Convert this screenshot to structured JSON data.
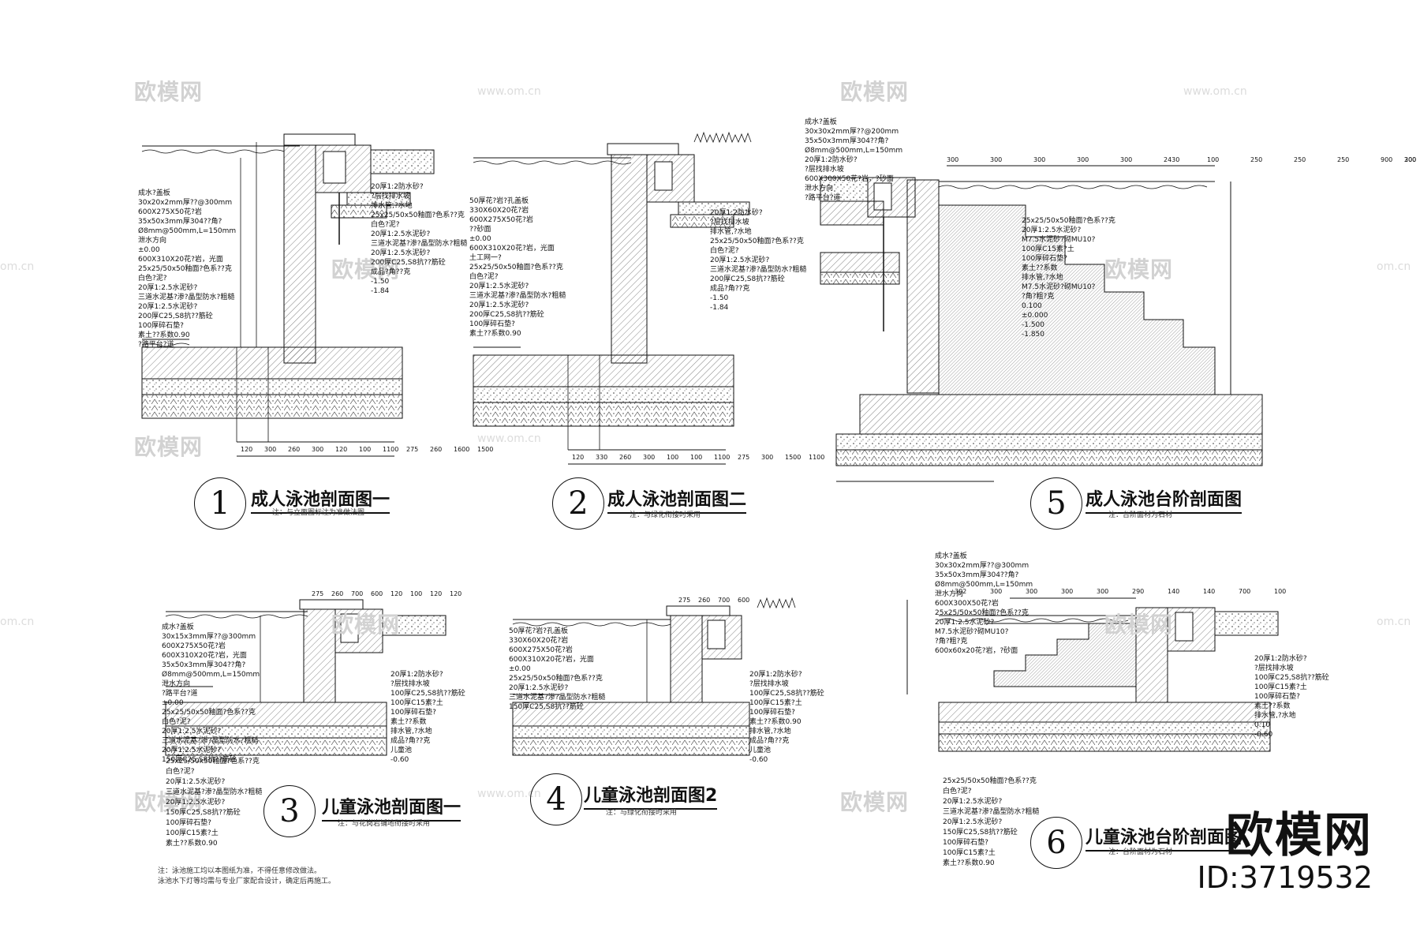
{
  "watermark": {
    "logo": "欧模网",
    "url": "www.om.cn",
    "url_short": "om.cn"
  },
  "brand": {
    "name": "欧模网",
    "id": "ID:3719532"
  },
  "sections": [
    {
      "number": "1",
      "title": "成人泳池剖面图一",
      "note": "注：与立面图标注为准做法图"
    },
    {
      "number": "2",
      "title": "成人泳池剖面图二",
      "note": "注：与绿化衔接时采用"
    },
    {
      "number": "5",
      "title": "成人泳池台阶剖面图",
      "note": "注：台阶面材为石材"
    },
    {
      "number": "3",
      "title": "儿童泳池剖面图一",
      "note": "注：与花岗岩铺地衔接时采用"
    },
    {
      "number": "4",
      "title": "儿童泳池剖面图2",
      "note": "注：与绿化衔接时采用"
    },
    {
      "number": "6",
      "title": "儿童泳池台阶剖面图",
      "note": "注：台阶面材为石材"
    }
  ],
  "labels": {
    "s1": [
      "成水?盖板",
      "30x20x2mm厚??@300mm",
      "600X275X50花?岩",
      "35x50x3mm厚304??角?",
      "Ø8mm@500mm,L=150mm",
      "泄水方向",
      "±0.00",
      "600X310X20花?岩，光面",
      "25x25/50x50釉面?色系??克",
      "白色?泥?",
      "20厚1:2.5水泥砂?",
      "三道水泥基?渗?晶型防水?粗糙",
      "20厚1:2.5水泥砂?",
      "200厚C25,S8抗??筋砼",
      "100厚碎石垫?",
      "素土??系数0.90",
      "?路平台?道",
      "20厚1:2防水砂?",
      "?层找排水坡",
      "排水管,?水地",
      "25x25/50x50釉面?色系??克",
      "白色?泥?",
      "20厚1:2.5水泥砂?",
      "三道水泥基?渗?晶型防水?粗糙",
      "20厚1:2.5水泥砂?",
      "200厚C25,S8抗??筋砼",
      "成品?角??克",
      "-1.50",
      "-1.84"
    ],
    "s2": [
      "50厚花?岩?孔盖板",
      "330X60X20花?岩",
      "600X275X50花?岩",
      "??砂面",
      "±0.00",
      "600X310X20花?岩，光面",
      "土工网一?",
      "25x25/50x50釉面?色系??克",
      "白色?泥?",
      "20厚1:2.5水泥砂?",
      "三道水泥基?渗?晶型防水?粗糙",
      "20厚1:2.5水泥砂?",
      "200厚C25,S8抗??筋砼",
      "100厚碎石垫?",
      "素土??系数0.90",
      "20厚1:2防水砂?",
      "?层找排水坡",
      "排水管,?水地",
      "25x25/50x50釉面?色系??克",
      "白色?泥?",
      "20厚1:2.5水泥砂?",
      "三道水泥基?渗?晶型防水?粗糙",
      "200厚C25,S8抗??筋砼",
      "成品?角??克",
      "-1.50",
      "-1.84"
    ],
    "s5": [
      "成水?盖板",
      "30x30x2mm厚??@200mm",
      "35x50x3mm厚304??角?",
      "Ø8mm@500mm,L=150mm",
      "20厚1:2防水砂?",
      "?层找排水坡",
      "600X300X50花?岩，?砂面",
      "泄水方向",
      "?路平台?道",
      "25x25/50x50釉面?色系??克",
      "20厚1:2.5水泥砂?",
      "M7.5水泥砂?砌MU10?",
      "100厚C15素?土",
      "100厚碎石垫?",
      "素土??系数",
      "排水管,?水地",
      "M7.5水泥砂?砌MU10?",
      "?角?粗?克",
      "0.100",
      "±0.000",
      "-1.500",
      "-1.850"
    ],
    "s3": [
      "成水?盖板",
      "30x15x3mm厚??@300mm",
      "600X275X50花?岩",
      "600X310X20花?岩，光面",
      "35x50x3mm厚304??角?",
      "Ø8mm@500mm,L=150mm",
      "泄水方向",
      "?路平台?道",
      "±0.00",
      "25x25/50x50釉面?色系??克",
      "白色?泥?",
      "20厚1:2.5水泥砂?",
      "三道水泥基?渗?晶型防水?粗糙",
      "20厚1:2.5水泥砂?",
      "150厚C25,S8抗??筋砼",
      "20厚1:2防水砂?",
      "?层找排水坡",
      "100厚C25,S8抗??筋砼",
      "100厚C15素?土",
      "100厚碎石垫?",
      "素土??系数",
      "排水管,?水地",
      "成品?角??克",
      "儿童池",
      "-0.60"
    ],
    "s4": [
      "50厚花?岩?孔盖板",
      "330X60X20花?岩",
      "600X275X50花?岩",
      "600X310X20花?岩，光面",
      "±0.00",
      "25x25/50x50釉面?色系??克",
      "20厚1:2.5水泥砂?",
      "三道水泥基?渗?晶型防水?粗糙",
      "150厚C25,S8抗??筋砼",
      "20厚1:2防水砂?",
      "?层找排水坡",
      "100厚C25,S8抗??筋砼",
      "100厚C15素?土",
      "100厚碎石垫?",
      "素土??系数0.90",
      "排水管,?水地",
      "成品?角??克",
      "儿童池",
      "-0.60"
    ],
    "s6": [
      "成水?盖板",
      "30x30x2mm厚??@300mm",
      "35x50x3mm厚304??角?",
      "Ø8mm@500mm,L=150mm",
      "泄水方向",
      "600X300X50花?岩",
      "25x25/50x50釉面?色系??克",
      "20厚1:2.5水泥砂?",
      "M7.5水泥砂?砌MU10?",
      "?角?粗?克",
      "600x60x20花?岩，?砂面",
      "20厚1:2防水砂?",
      "?层找排水坡",
      "100厚C25,S8抗??筋砼",
      "100厚C15素?土",
      "100厚碎石垫?",
      "素土??系数",
      "排水管,?水地",
      "0.10",
      "-0.60"
    ],
    "bottom_left": [
      "25x25/50x50釉面?色系??克",
      "白色?泥?",
      "20厚1:2.5水泥砂?",
      "三道水泥基?渗?晶型防水?粗糙",
      "20厚1:2.5水泥砂?",
      "150厚C25,S8抗??筋砼",
      "100厚碎石垫?",
      "100厚C15素?土",
      "素土??系数0.90"
    ],
    "bottom_right": [
      "25x25/50x50釉面?色系??克",
      "白色?泥?",
      "20厚1:2.5水泥砂?",
      "三道水泥基?渗?晶型防水?粗糙",
      "20厚1:2.5水泥砂?",
      "150厚C25,S8抗??筋砼",
      "100厚碎石垫?",
      "100厚C15素?土",
      "素土??系数0.90"
    ],
    "bottom_note": [
      "注：泳池施工均以本图纸为准，不得任意修改做法。",
      "泳池水下灯等均需与专业厂家配合设计，确定后再施工。"
    ]
  },
  "dims": {
    "s1": [
      "120",
      "300",
      "260",
      "300",
      "120",
      "100",
      "1100",
      "275",
      "260",
      "1600",
      "1500"
    ],
    "s2": [
      "120",
      "330",
      "260",
      "300",
      "100",
      "100",
      "1100",
      "275",
      "300",
      "1500",
      "1100"
    ],
    "s5": [
      "300",
      "300",
      "300",
      "300",
      "300",
      "2430",
      "100",
      "250",
      "250",
      "250",
      "900",
      "300",
      "200"
    ],
    "s3": [
      "275",
      "260",
      "700",
      "600",
      "120",
      "100",
      "120",
      "120"
    ],
    "s4": [
      "275",
      "260",
      "700",
      "600"
    ],
    "s6": [
      "302",
      "300",
      "300",
      "300",
      "300",
      "290",
      "140",
      "140",
      "700",
      "100"
    ]
  },
  "colors": {
    "line": "#111111",
    "hatch": "#333333",
    "watermark": "#d2d2d2"
  }
}
